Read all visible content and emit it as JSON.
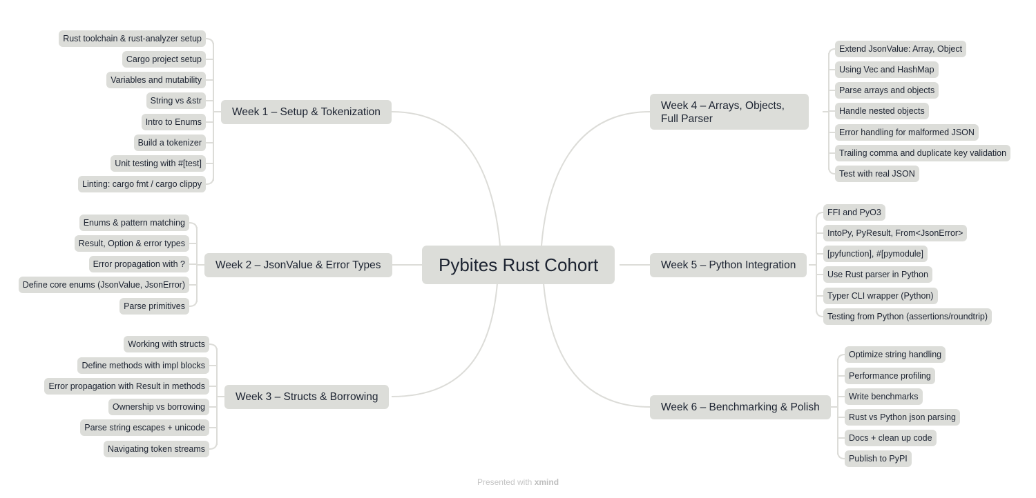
{
  "mindmap": {
    "central": "Pybites Rust Cohort",
    "branches": [
      {
        "label": "Week 1 – Setup & Tokenization",
        "side": "left",
        "items": [
          "Rust toolchain & rust-analyzer setup",
          "Cargo project setup",
          "Variables and mutability",
          "String vs &str",
          "Intro to Enums",
          "Build a tokenizer",
          "Unit testing with #[test]",
          "Linting: cargo fmt / cargo clippy"
        ]
      },
      {
        "label": "Week 2 – JsonValue & Error Types",
        "side": "left",
        "items": [
          "Enums & pattern matching",
          "Result, Option & error types",
          "Error propagation with ?",
          "Define core enums (JsonValue, JsonError)",
          "Parse primitives"
        ]
      },
      {
        "label": "Week 3 – Structs & Borrowing",
        "side": "left",
        "items": [
          "Working with structs",
          "Define methods with impl blocks",
          "Error propagation with Result in methods",
          "Ownership vs borrowing",
          "Parse string escapes + unicode",
          "Navigating token streams"
        ]
      },
      {
        "label": "Week 4 – Arrays, Objects, Full Parser",
        "side": "right",
        "items": [
          "Extend JsonValue: Array, Object",
          "Using Vec and HashMap",
          "Parse arrays and objects",
          "Handle nested objects",
          "Error handling for malformed JSON",
          "Trailing comma and duplicate key validation",
          "Test with real JSON"
        ]
      },
      {
        "label": "Week 5 – Python Integration",
        "side": "right",
        "items": [
          "FFI and PyO3",
          "IntoPy, PyResult, From<JsonError>",
          "[pyfunction], #[pymodule]",
          "Use Rust parser in Python",
          "Typer CLI wrapper (Python)",
          "Testing from Python (assertions/roundtrip)"
        ]
      },
      {
        "label": "Week 6 – Benchmarking & Polish",
        "side": "right",
        "items": [
          "Optimize string handling",
          "Performance profiling",
          "Write benchmarks",
          "Rust vs Python json parsing",
          "Docs + clean up code",
          "Publish to PyPI"
        ]
      }
    ]
  },
  "footer": {
    "prefix": "Presented with",
    "brand": "xmind"
  },
  "colors": {
    "node_bg": "#dcddd9",
    "line": "#dcdcd8",
    "text": "#1c2331",
    "footer": "#c5c5c5"
  }
}
